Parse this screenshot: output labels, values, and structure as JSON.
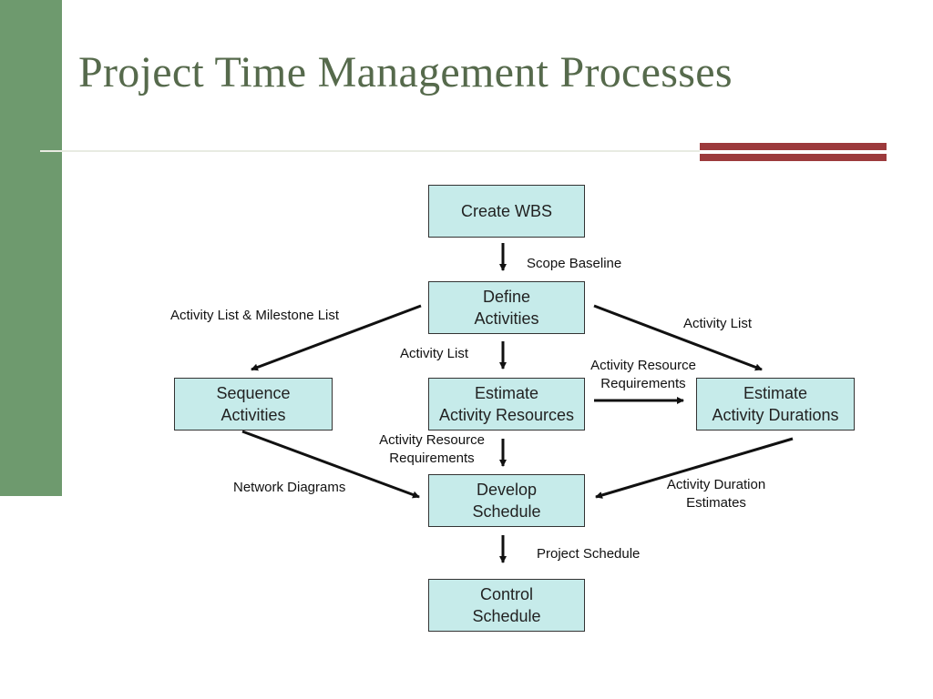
{
  "slide": {
    "title": "Project Time Management Processes",
    "colors": {
      "sidebar": "#6e9a6e",
      "title": "#566a4c",
      "accent": "#9c3a3c",
      "box_fill": "#c6ebea",
      "box_border": "#333333"
    }
  },
  "diagram": {
    "boxes": {
      "create_wbs": "Create WBS",
      "define_activities": "Define\nActivities",
      "sequence_activities": "Sequence\nActivities",
      "estimate_resources": "Estimate\nActivity Resources",
      "estimate_durations": "Estimate\nActivity Durations",
      "develop_schedule": "Develop\nSchedule",
      "control_schedule": "Control\nSchedule"
    },
    "labels": {
      "scope_baseline": "Scope Baseline",
      "activity_list_milestone": "Activity List & Milestone List",
      "activity_list_right": "Activity List",
      "activity_list_center": "Activity List",
      "resource_requirements_right": "Activity Resource\nRequirements",
      "resource_requirements_down": "Activity Resource\nRequirements",
      "network_diagrams": "Network Diagrams",
      "duration_estimates": "Activity Duration\nEstimates",
      "project_schedule": "Project Schedule"
    }
  }
}
